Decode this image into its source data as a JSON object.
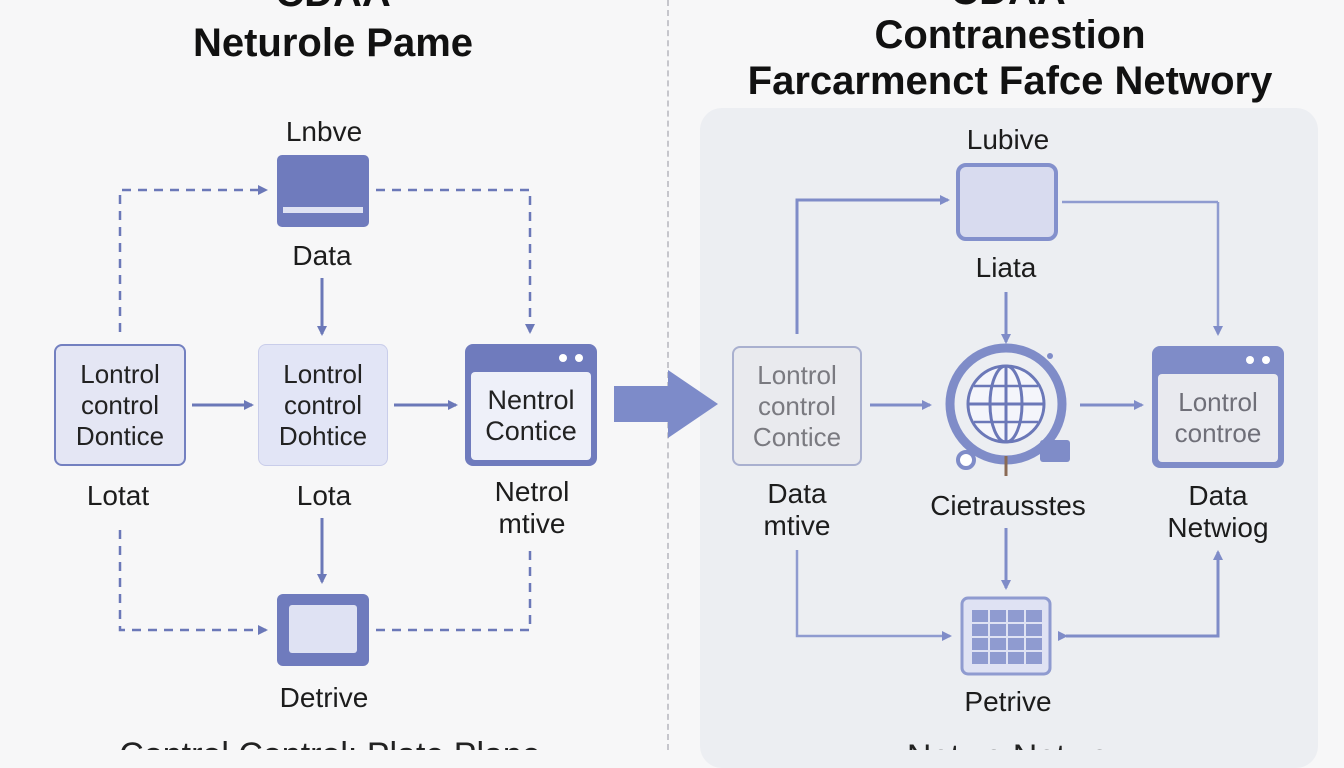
{
  "left": {
    "title_top": "CDAA",
    "title": "Neturole Pame",
    "nodes": {
      "top_label": "Lnbve",
      "top_sublabel": "Data",
      "box1_lines": [
        "Lontrol",
        "control",
        "Dontice"
      ],
      "box1_label": "Lotat",
      "box2_lines": [
        "Lontrol",
        "control",
        "Dohtice"
      ],
      "box2_label": "Lota",
      "box3_lines": [
        "Nentrol",
        "Contice"
      ],
      "box3_label_lines": [
        "Netrol",
        "mtive"
      ],
      "bottom_label": "Detrive"
    },
    "footer": "Control Control: Plate Plane"
  },
  "right": {
    "title_top": "CDAA",
    "title_line1": "Contranestion",
    "title_line2": "Farcarmenct Fafce Networy",
    "nodes": {
      "top_label": "Lubive",
      "top_sublabel": "Liata",
      "box1_lines": [
        "Lontrol",
        "control",
        "Contice"
      ],
      "box1_label_lines": [
        "Data",
        "mtive"
      ],
      "center_label": "Cietrausstes",
      "box3_lines": [
        "Lontrol",
        "controe"
      ],
      "box3_label_lines": [
        "Data",
        "Netwiog"
      ],
      "bottom_label": "Petrive"
    },
    "footer": "Netwo Netwo"
  },
  "colors": {
    "accent": "#6b78b8",
    "accent_light": "#8f9bd0",
    "box_fill": "#e4e6f4",
    "box_fill_2": "#e2e5f6",
    "box_fill_gray": "#e9eaee"
  },
  "icons": {
    "top_left": "monitor-icon",
    "bottom_left": "screen-icon",
    "window_left": "browser-window-icon",
    "top_right": "monitor-icon",
    "center_right": "globe-network-icon",
    "window_right": "browser-window-icon",
    "bottom_right": "grid-table-icon",
    "transition": "big-right-arrow-icon"
  }
}
